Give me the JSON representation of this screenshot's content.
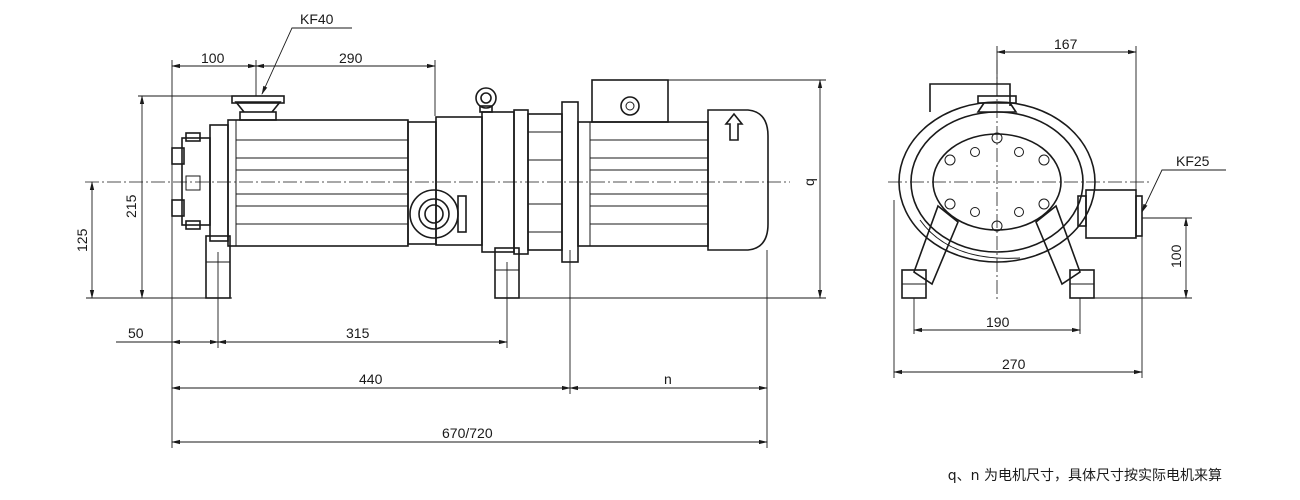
{
  "side_view": {
    "dims": {
      "kf40": "KF40",
      "d100": "100",
      "d290": "290",
      "d215": "215",
      "d125": "125",
      "d50": "50",
      "d315": "315",
      "d440": "440",
      "dn": "n",
      "dq": "q",
      "d670": "670/720"
    }
  },
  "end_view": {
    "dims": {
      "d167": "167",
      "kf25": "KF25",
      "d100": "100",
      "d190": "190",
      "d270": "270"
    }
  },
  "note": "q、n 为电机尺寸，具体尺寸按实际电机来算"
}
